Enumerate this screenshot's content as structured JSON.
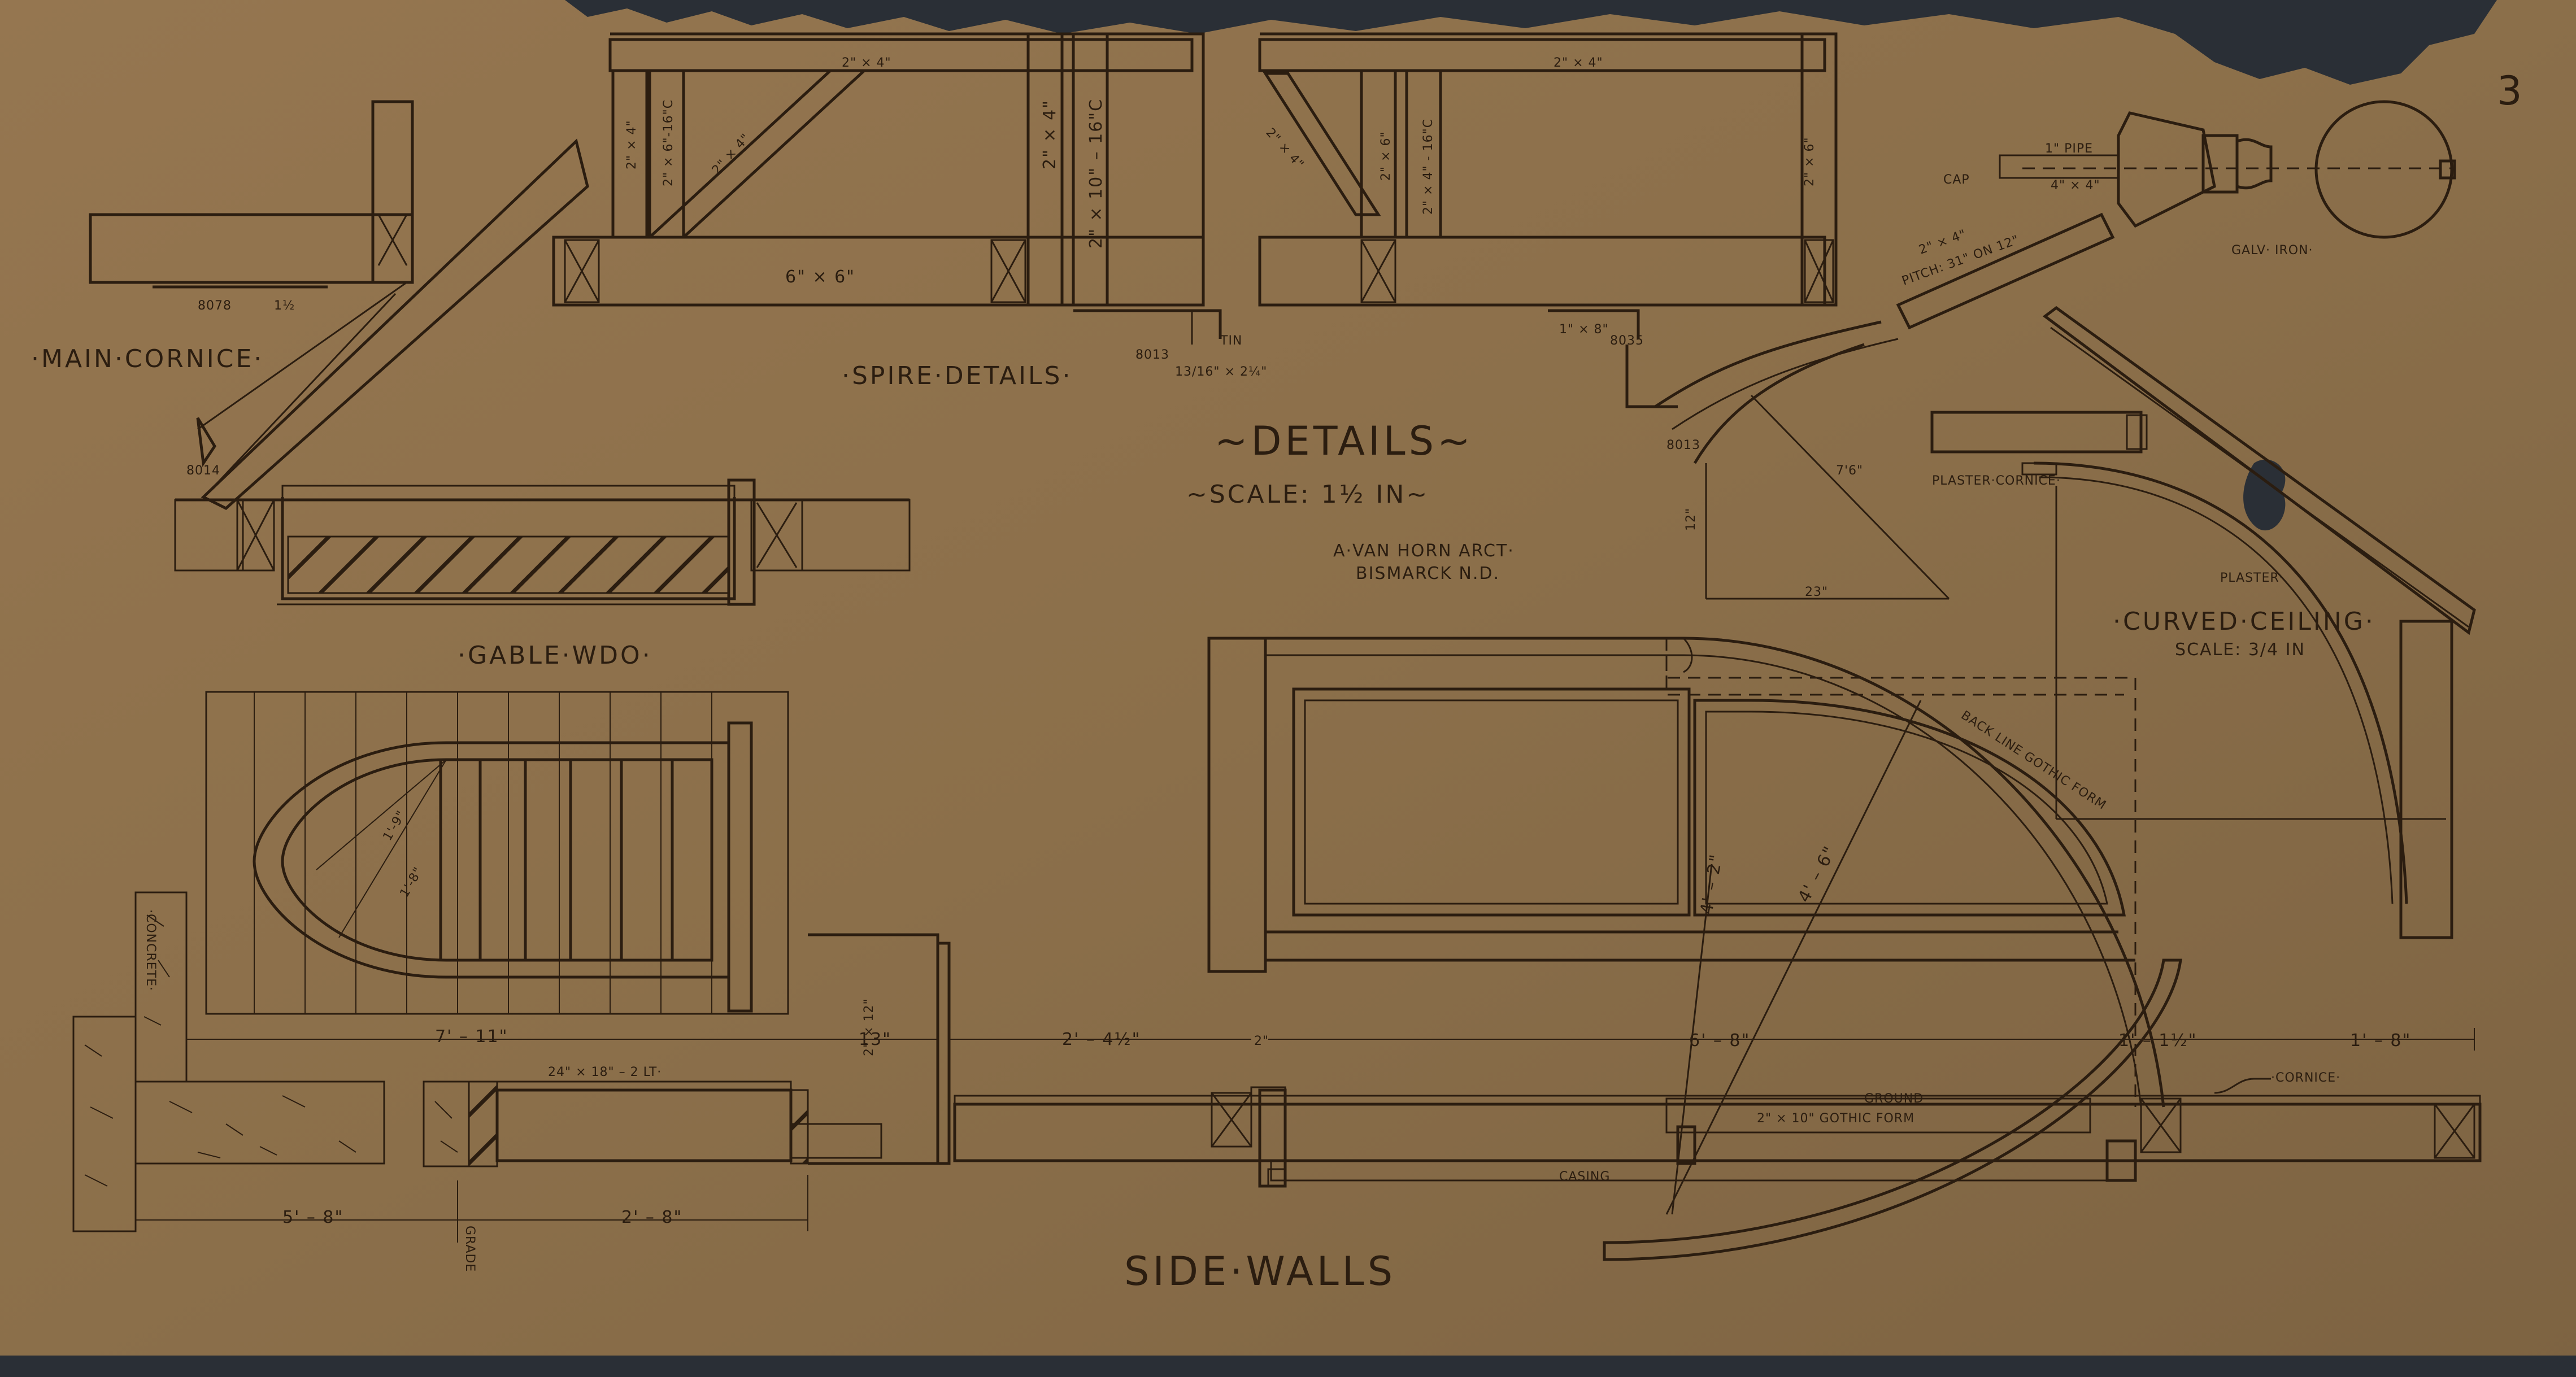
{
  "sheet": {
    "sheet_number": "3",
    "title": "~DETAILS~",
    "scale": "~SCALE: 1½ IN~",
    "architect": "A·VAN HORN ARCT·",
    "location": "BISMARCK N.D."
  },
  "section_titles": {
    "main_cornice": "·MAIN·CORNICE·",
    "spire_details": "·SPIRE·DETAILS·",
    "gable_wdo": "·GABLE·WDO·",
    "curved_ceiling": "·CURVED·CEILING·",
    "curved_ceiling_scale": "SCALE: 3/4 IN",
    "side_walls": "SIDE·WALLS"
  },
  "spire_labels": {
    "top_plate_left": "2\" × 4\"",
    "top_plate_right": "2\" × 4\"",
    "stud_a": "2\" × 4\"",
    "stud_b": "2\" × 6\"-16\"C",
    "brace_left": "2\" × 4\"",
    "post_mid": "2\" × 4\"",
    "post_big": "2\" × 10\" – 16\"C",
    "base_beam": "6\" × 6\"",
    "brace_right": "2\" × 4\"",
    "stud_c": "2\" × 6\"",
    "stud_d": "2\" × 4\" - 16\"C",
    "stud_e": "2\" × 6\"",
    "tin": "TIN",
    "moulding_a": "13/16\" × 2¼\"",
    "bead_a": "8013",
    "bead_b": "8035",
    "stock_a": "1\" × 8\"",
    "bead_c": "8013",
    "pitch_rafter": "2\" × 4\"",
    "pitch_note": "PITCH: 31\" ON 12\"",
    "pipe": "1\" PIPE",
    "cap": "CAP",
    "finial_stock": "4\" × 4\"",
    "galv_iron": "GALV· IRON·",
    "dim_radius": "7'6\"",
    "dim_span": "23\"",
    "dim_rise": "12\""
  },
  "cornice_labels": {
    "bead_a": "8078",
    "dim_a": "1½",
    "bead_b": "8014"
  },
  "ceiling_labels": {
    "plaster_cornice": "PLASTER·CORNICE·",
    "plaster": "PLASTER·"
  },
  "side_wall_labels": {
    "concrete": "·CONCRETE·",
    "dim_window_width": "7' – 11\"",
    "window_glass": "24\" × 18\" – 2 LT·",
    "dim_13": "13\"",
    "stud_2x12": "2\" × 12\"",
    "dim_2_4": "2' – 4½\"",
    "dim_2": "2\"",
    "dim_6_8": "6' – 8\"",
    "dim_1_1": "1' – 1½\"",
    "dim_1_8": "1' – 8\"",
    "cornice": "·CORNICE·",
    "ground": "GROUND",
    "gothic_form": "2\" × 10\"  GOTHIC FORM",
    "back_line": "BACK LINE GOTHIC FORM",
    "casing": "CASING",
    "dim_r1": "4' – 2\"",
    "dim_r2": "4' – 6\"",
    "dim_5_8": "5' – 8\"",
    "dim_2_8": "2' – 8\"",
    "grade": "GRADE",
    "gable_r1": "1'-9\"",
    "gable_r2": "1'-8\""
  },
  "colors": {
    "paper": "#8b6f4a",
    "paper_light": "#9a7d55",
    "ink": "#2b1d10",
    "background": "#2a2f36"
  }
}
